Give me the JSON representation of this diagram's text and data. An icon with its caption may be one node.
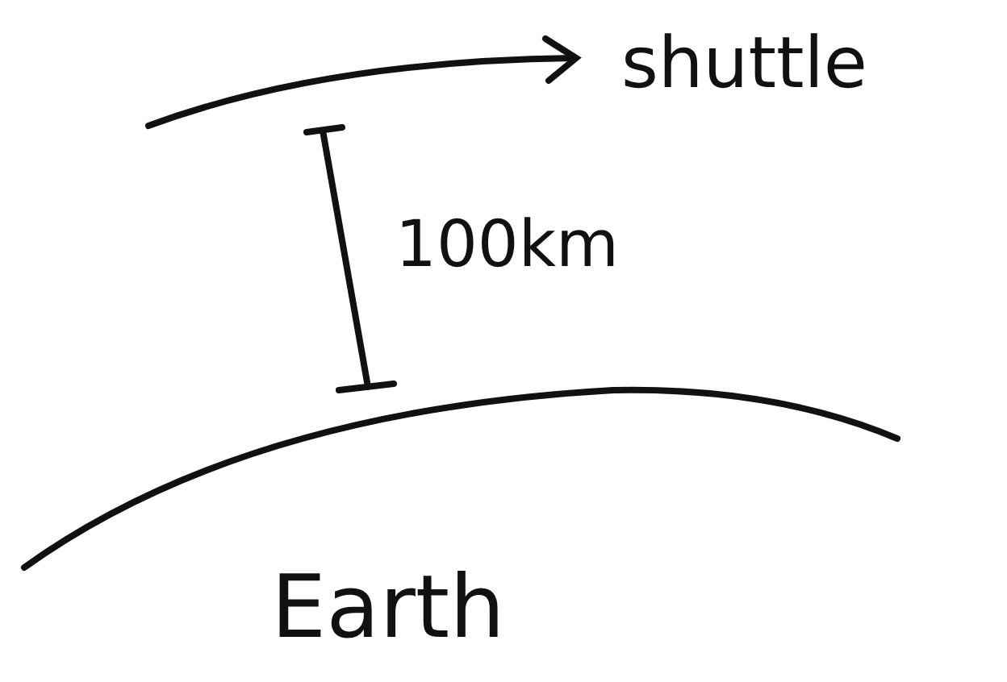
{
  "diagram": {
    "labels": [
      "shuttle",
      "100km",
      "Earth"
    ]
  }
}
